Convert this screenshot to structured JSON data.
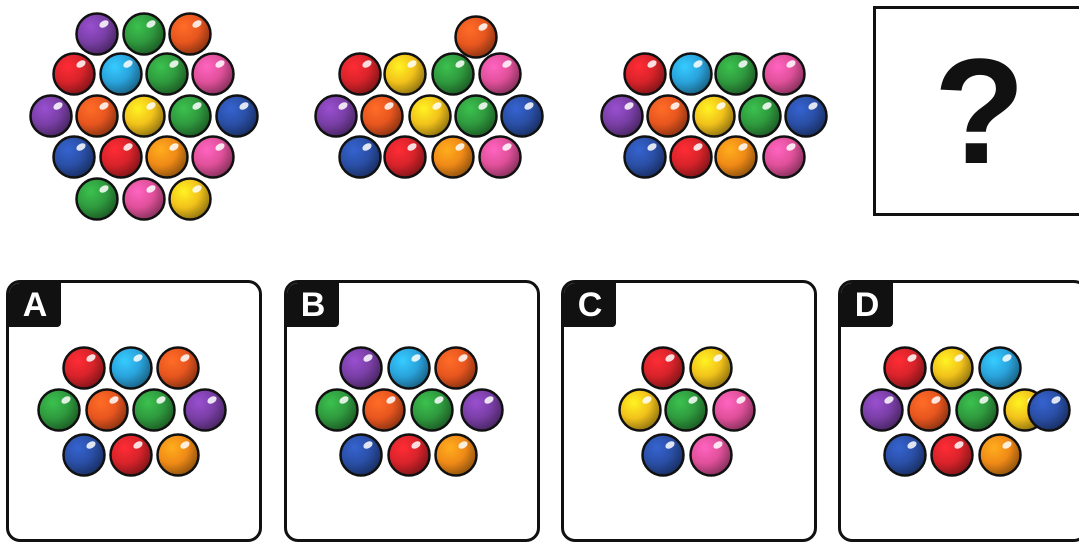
{
  "question_mark": "?",
  "colors": {
    "purple": "#7a3fa6",
    "green": "#2f9a3e",
    "orange": "#e8561f",
    "red": "#d8232a",
    "cyan": "#2aa3dc",
    "pink": "#e0509a",
    "yellow": "#f2c21b",
    "blue": "#2a4fa6",
    "amber": "#f08a17"
  },
  "sequence": [
    {
      "balls": [
        "purple",
        "green",
        "orange",
        "red",
        "cyan",
        "green",
        "pink",
        "purple",
        "orange",
        "yellow",
        "green",
        "blue",
        "blue",
        "red",
        "amber",
        "pink",
        "green",
        "pink",
        "yellow"
      ]
    },
    {
      "balls": [
        "orange",
        "red",
        "yellow",
        "green",
        "pink",
        "purple",
        "orange",
        "yellow",
        "green",
        "blue",
        "blue",
        "red",
        "amber",
        "pink"
      ]
    },
    {
      "balls": [
        "red",
        "cyan",
        "green",
        "pink",
        "purple",
        "orange",
        "yellow",
        "green",
        "blue",
        "blue",
        "red",
        "amber",
        "pink"
      ]
    }
  ],
  "options": [
    {
      "label": "A",
      "balls": [
        "red",
        "cyan",
        "orange",
        "green",
        "orange",
        "green",
        "purple",
        "blue",
        "red",
        "amber"
      ]
    },
    {
      "label": "B",
      "balls": [
        "purple",
        "cyan",
        "orange",
        "green",
        "orange",
        "green",
        "purple",
        "blue",
        "red",
        "amber"
      ]
    },
    {
      "label": "C",
      "balls": [
        "red",
        "yellow",
        "yellow",
        "green",
        "pink",
        "blue",
        "pink"
      ]
    },
    {
      "label": "D",
      "balls": [
        "red",
        "yellow",
        "cyan",
        "purple",
        "orange",
        "green",
        "yellow",
        "blue",
        "blue",
        "red",
        "amber"
      ]
    }
  ]
}
